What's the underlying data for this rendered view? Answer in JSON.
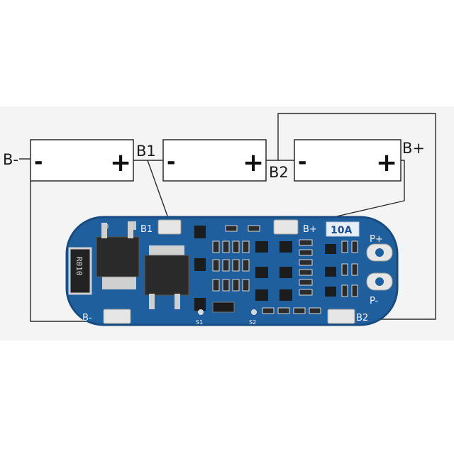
{
  "diagram": {
    "labels": {
      "b_minus": "B-",
      "b1": "B1",
      "b2": "B2",
      "b_plus": "B+"
    },
    "cells": [
      {
        "neg": "-",
        "pos": "+"
      },
      {
        "neg": "-",
        "pos": "+"
      },
      {
        "neg": "-",
        "pos": "+"
      }
    ]
  },
  "board": {
    "pad_labels": {
      "b1": "B1",
      "b_plus": "B+",
      "b_minus": "B-",
      "b2": "B2",
      "p_plus": "P+",
      "p_minus": "P-"
    },
    "rating": "10A",
    "resistor": "R010",
    "test_points": [
      "S1",
      "S2"
    ]
  },
  "colors": {
    "pcb": "#1f5f9e",
    "wire": "#2a2a2a",
    "pad": "#e6e6e6",
    "background": "#ffffff",
    "band": "#f4f4f4"
  }
}
